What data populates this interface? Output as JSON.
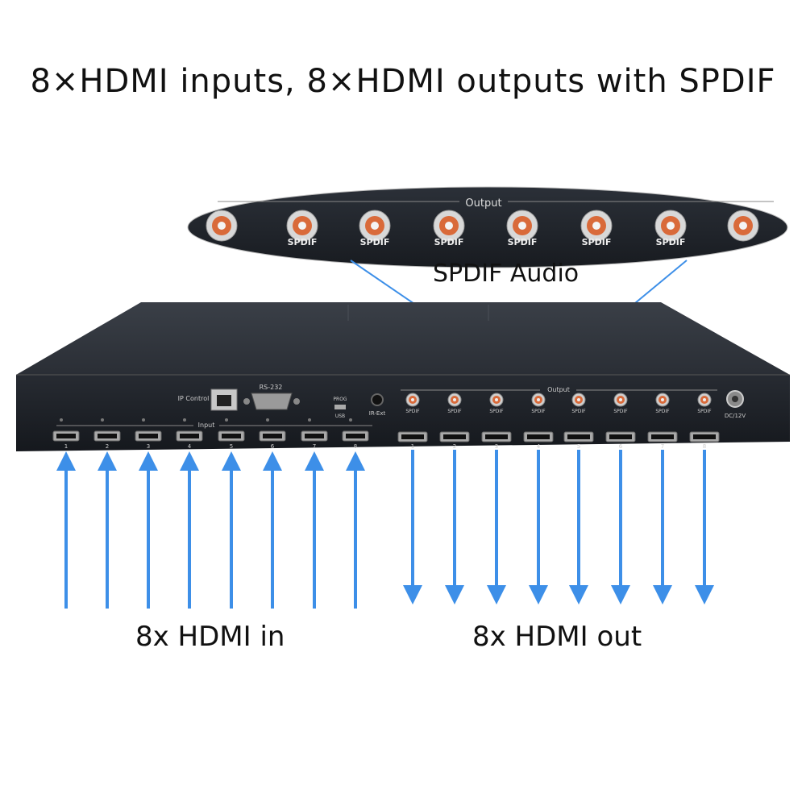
{
  "header": {
    "title": "8×HDMI inputs, 8×HDMI outputs with SPDIF"
  },
  "zoom_callout": {
    "panel_label": "Output",
    "jack_label": "SPDIF",
    "caption": "SPDIF Audio",
    "jack_count": 8
  },
  "device": {
    "ip_label": "IP Control",
    "rs232_label": "RS-232",
    "prog_label": "PROG",
    "usb_label": "USB",
    "ir_label": "IR-Ext",
    "input_group_label": "Input",
    "output_group_label": "Output",
    "spdif_label": "SPDIF",
    "power_label": "DC/12V",
    "port_numbers": [
      "1",
      "2",
      "3",
      "4",
      "5",
      "6",
      "7",
      "8"
    ]
  },
  "captions": {
    "inputs": "8x HDMI in",
    "outputs": "8x HDMI out"
  },
  "colors": {
    "arrow": "#3d8fe8",
    "chassis": "#1e2229",
    "rca_ring": "#d96a3a"
  }
}
